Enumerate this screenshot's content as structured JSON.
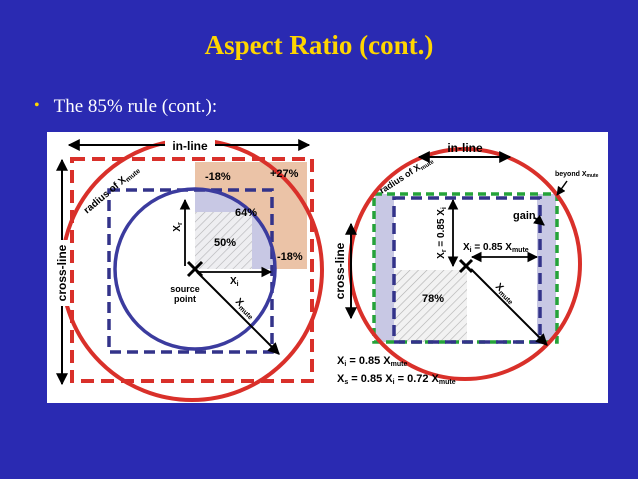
{
  "slide": {
    "title": "Aspect Ratio (cont.)",
    "bullet": "The 85% rule (cont.):"
  },
  "left_diagram": {
    "inline_label": "in-line",
    "crossline_label": "cross-line",
    "radius_label": "radius of X",
    "radius_sub": "mute",
    "xr_main": "X",
    "xr_sub": "r",
    "xi_main": "X",
    "xi_sub": "i",
    "xmute_main": "X",
    "xmute_sub": "mute",
    "corner_pct": "+27%",
    "top_pct": "-18%",
    "side_pct": "-18%",
    "pct_64": "64%",
    "pct_50": "50%",
    "source_point": [
      "source",
      "point"
    ]
  },
  "right_diagram": {
    "inline_label": "in-line",
    "crossline_label": "cross-line",
    "radius_label": "radius of X",
    "radius_sub": "mute",
    "beyond_label": "beyond X",
    "beyond_sub": "mute",
    "gain_label": "gain",
    "xr_eq": "X",
    "xr_eq_sub": "r",
    "xr_eq_rest": " = 0.85 X",
    "xr_eq_rest_sub": "i",
    "xi_eq": "X",
    "xi_eq_sub": "i",
    "xi_eq_rest": " = 0.85 X",
    "xi_eq_rest_sub": "mute",
    "xmute_main": "X",
    "xmute_sub": "mute",
    "pct_78": "78%",
    "formula1": "X",
    "formula1_sub": "i",
    "formula1_rest": " = 0.85 X",
    "formula1_rest_sub": "mute",
    "formula2": "X",
    "formula2_sub": "s",
    "formula2_rest": " = 0.85 X",
    "formula2_rest_sub": "i",
    "formula2_tail": " = 0.72 X",
    "formula2_tail_sub": "mute"
  },
  "colors": {
    "background": "#2a2ab2",
    "title": "#ffd500",
    "red": "#d9302a",
    "blue_dash": "#33338a",
    "circle_blue": "#3b3b9e",
    "green_dash": "#25a33a",
    "peach_fill": "#e8b898",
    "lavender_fill": "#c8c8e4"
  }
}
